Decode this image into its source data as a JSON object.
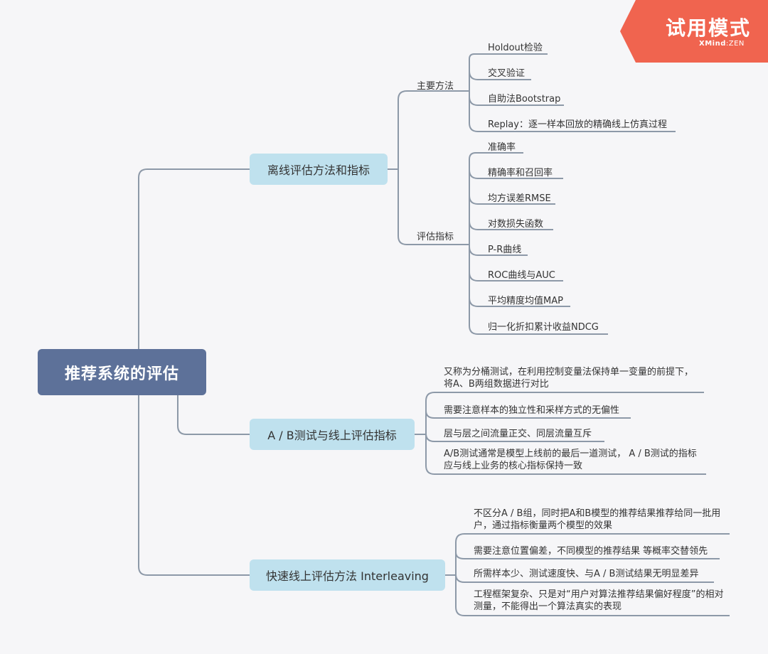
{
  "root": {
    "label": "推荐系统的评估"
  },
  "trial_badge": {
    "title": "试用模式",
    "brand": "XMind",
    "edition": "ZEN"
  },
  "branches": [
    {
      "label": "离线评估方法和指标",
      "groups": [
        {
          "label": "主要方法",
          "items": [
            "Holdout检验",
            "交叉验证",
            "自助法Bootstrap",
            "Replay：逐一样本回放的精确线上仿真过程"
          ]
        },
        {
          "label": "评估指标",
          "items": [
            "准确率",
            "精确率和召回率",
            "均方误差RMSE",
            "对数损失函数",
            "P-R曲线",
            "ROC曲线与AUC",
            "平均精度均值MAP",
            "归一化折扣累计收益NDCG"
          ]
        }
      ]
    },
    {
      "label": "A / B测试与线上评估指标",
      "items": [
        [
          "又称为分桶测试，在利用控制变量法保持单一变量的前提下，",
          "将A、B两组数据进行对比"
        ],
        [
          "需要注意样本的独立性和采样方式的无偏性"
        ],
        [
          "层与层之间流量正交、同层流量互斥"
        ],
        [
          "A/B测试通常是模型上线前的最后一道测试， A / B测试的指标",
          "应与线上业务的核心指标保持一致"
        ]
      ]
    },
    {
      "label": "快速线上评估方法 Interleaving",
      "items": [
        [
          "不区分A / B组，同时把A和B模型的推荐结果推荐给同一批用",
          "户，通过指标衡量两个模型的效果"
        ],
        [
          "需要注意位置偏差，不同模型的推荐结果 等概率交替领先"
        ],
        [
          "所需样本少、测试速度快、与A / B测试结果无明显差异"
        ],
        [
          "工程框架复杂、只是对“用户对算法推荐结果偏好程度”的相对",
          "测量，不能得出一个算法真实的表现"
        ]
      ]
    }
  ]
}
